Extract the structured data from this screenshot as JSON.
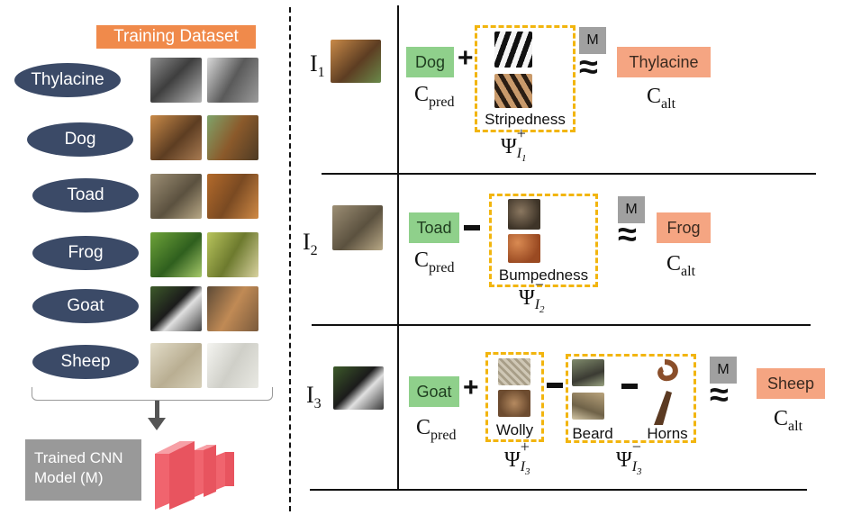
{
  "dataset": {
    "title": "Training Dataset",
    "classes": [
      "Thylacine",
      "Dog",
      "Toad",
      "Frog",
      "Goat",
      "Sheep"
    ]
  },
  "model": {
    "line1": "Trained CNN",
    "line2": "Model (M)"
  },
  "rows": [
    {
      "image_label": "I",
      "image_sub": "1",
      "pred": "Dog",
      "ops": [
        "+"
      ],
      "concept_groups": [
        {
          "concepts": [
            "Stripedness"
          ],
          "sign": "+",
          "psi_sub": "1"
        }
      ],
      "model_badge": "M",
      "alt": "Thylacine"
    },
    {
      "image_label": "I",
      "image_sub": "2",
      "pred": "Toad",
      "ops": [
        "-"
      ],
      "concept_groups": [
        {
          "concepts": [
            "Bumpedness"
          ],
          "sign": "−",
          "psi_sub": "2"
        }
      ],
      "model_badge": "M",
      "alt": "Frog"
    },
    {
      "image_label": "I",
      "image_sub": "3",
      "pred": "Goat",
      "ops": [
        "+",
        "-",
        "-"
      ],
      "concept_groups": [
        {
          "concepts": [
            "Wolly"
          ],
          "sign": "+",
          "psi_sub": "3"
        },
        {
          "concepts": [
            "Beard",
            "Horns"
          ],
          "sign": "−",
          "psi_sub": "3"
        }
      ],
      "model_badge": "M",
      "alt": "Sheep"
    }
  ],
  "symbols": {
    "c": "C",
    "pred_sub": "pred",
    "alt_sub": "alt",
    "psi": "Ψ",
    "approx": "≈"
  },
  "colors": {
    "oval": "#3b4a67",
    "dataset_title": "#f08a4b",
    "pred": "#8fd08b",
    "alt": "#f5a582",
    "dash": "#f2b50e",
    "model_box": "#999999",
    "cnn": "#f0646e"
  }
}
